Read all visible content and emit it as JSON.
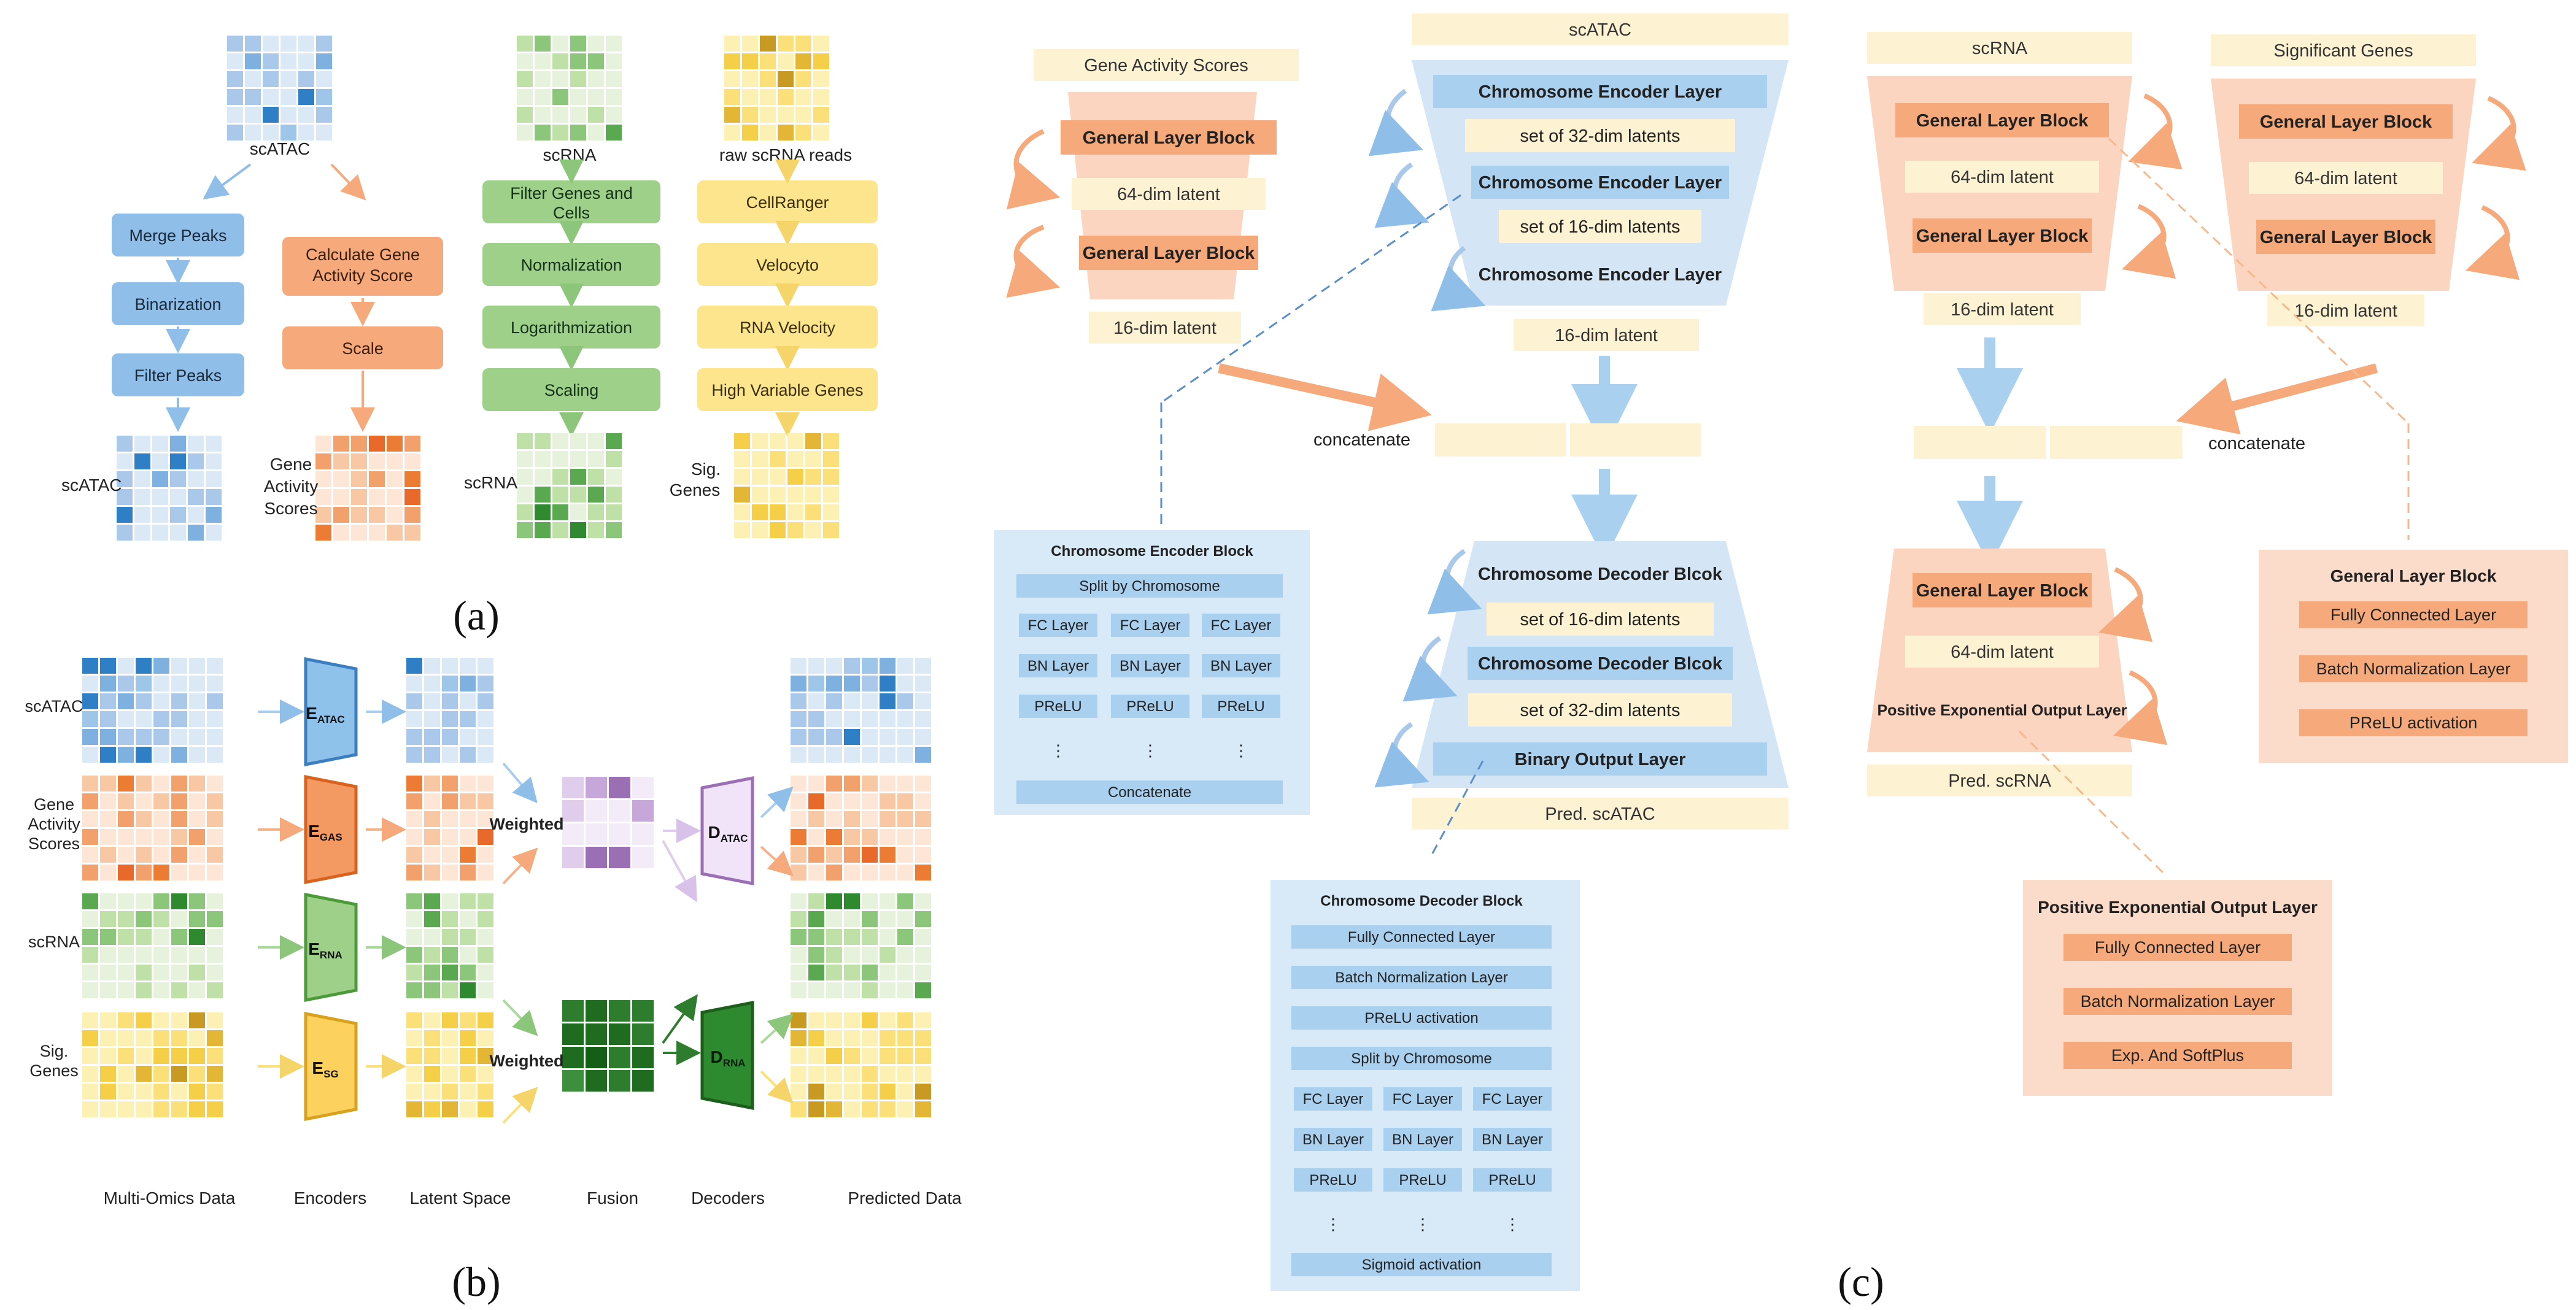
{
  "palette": {
    "blue": [
      "#dbe8f6",
      "#a9c8ea",
      "#7fb1e0",
      "#2f7fc6",
      "#9ec6e9"
    ],
    "orange": [
      "#fde6d6",
      "#f8c7a4",
      "#f2a06c",
      "#ec7b34",
      "#e8692a"
    ],
    "green": [
      "#e6f2dc",
      "#bfe0a6",
      "#8cc67a",
      "#5aa84f",
      "#2f8a2f"
    ],
    "yellow": [
      "#fdf0b3",
      "#fbe07a",
      "#f5cf48",
      "#e3b635",
      "#c99a22"
    ],
    "purple": [
      "#f3ebf7",
      "#e0cdec",
      "#c7a6da",
      "#9a6fb4"
    ],
    "darkgreen": [
      "#2e7d2e",
      "#1f6b1f",
      "#3d8f3d",
      "#155e15"
    ],
    "node_blue": "#8fbfe8",
    "node_orange": "#f6a97a",
    "node_green": "#9fd08a",
    "node_yellow": "#fde58e",
    "funnel_blue": "#d4e6f6",
    "funnel_orange": "#fbd5c0",
    "pale_yellow": "#fdf3d3",
    "box_blue": "#d8e9f7",
    "box_orange": "#fbdccb"
  },
  "panel_a": {
    "caption": "(a)",
    "atac": {
      "top_label": "scATAC",
      "merge": [
        "Merge Peaks",
        "Binarization",
        "Filter Peaks"
      ],
      "gene": [
        "Calculate Gene Activity Score",
        "Scale"
      ],
      "out_atac": "scATAC",
      "out_gas": [
        "Gene",
        "Activity",
        "Scores"
      ]
    },
    "rna": {
      "top_label": "scRNA",
      "steps": [
        "Filter Genes and Cells",
        "Normalization",
        "Logarithmization",
        "Scaling"
      ],
      "out_label": "scRNA"
    },
    "raw": {
      "top_label": "raw scRNA reads",
      "steps": [
        "CellRanger",
        "Velocyto",
        "RNA Velocity",
        "High Variable Genes"
      ],
      "out_label": [
        "Sig.",
        "Genes"
      ]
    }
  },
  "panel_b": {
    "caption": "(b)",
    "row_labels": [
      [
        "scATAC"
      ],
      [
        "Gene",
        "Activity",
        "Scores"
      ],
      [
        "scRNA"
      ],
      [
        "Sig.",
        "Genes"
      ]
    ],
    "encoders": [
      {
        "base": "E",
        "sub": "ATAC"
      },
      {
        "base": "E",
        "sub": "GAS"
      },
      {
        "base": "E",
        "sub": "RNA"
      },
      {
        "base": "E",
        "sub": "SG"
      }
    ],
    "decoders": [
      {
        "base": "D",
        "sub": "ATAC"
      },
      {
        "base": "D",
        "sub": "RNA"
      }
    ],
    "weighted": "Weighted",
    "column_labels": [
      "Multi-Omics Data",
      "Encoders",
      "Latent Space",
      "Fusion",
      "Decoders",
      "Predicted Data"
    ]
  },
  "panel_c1": {
    "gas_input": "Gene Activity Scores",
    "gas_layers": [
      "General Layer Block",
      "64-dim latent",
      "General Layer Block"
    ],
    "gas_out": "16-dim latent",
    "atac_input": "scATAC",
    "enc_layers": [
      "Chromosome Encoder Layer",
      "set of 32-dim latents",
      "Chromosome Encoder Layer",
      "set of 16-dim latents",
      "Chromosome Encoder Layer"
    ],
    "atac_out": "16-dim latent",
    "concat": "concatenate",
    "dec_layers": [
      "Chromosome Decoder Blcok",
      "set of 16-dim latents",
      "Chromosome Decoder Blcok",
      "set of 32-dim latents",
      "Binary Output Layer"
    ],
    "pred": "Pred. scATAC",
    "enc_block": {
      "title": "Chromosome Encoder Block",
      "split": "Split by Chromosome",
      "rows": [
        [
          "FC Layer",
          "FC Layer",
          "FC Layer"
        ],
        [
          "BN Layer",
          "BN Layer",
          "BN Layer"
        ],
        [
          "PReLU",
          "PReLU",
          "PReLU"
        ]
      ],
      "dots": "⋮",
      "concat": "Concatenate"
    },
    "dec_block": {
      "title": "Chromosome Decoder Block",
      "items": [
        "Fully Connected Layer",
        "Batch Normalization Layer",
        "PReLU activation",
        "Split by Chromosome"
      ],
      "rows": [
        [
          "FC Layer",
          "FC Layer",
          "FC Layer"
        ],
        [
          "BN Layer",
          "BN Layer",
          "BN Layer"
        ],
        [
          "PReLU",
          "PReLU",
          "PReLU"
        ]
      ],
      "dots": "⋮",
      "last": "Sigmoid activation"
    }
  },
  "panel_c2": {
    "caption": "(c)",
    "rna_input": "scRNA",
    "rna_layers": [
      "General Layer Block",
      "64-dim latent",
      "General Layer Block"
    ],
    "rna_out": "16-dim latent",
    "sg_input": "Significant Genes",
    "sg_layers": [
      "General Layer Block",
      "64-dim latent",
      "General Layer Block"
    ],
    "sg_out": "16-dim latent",
    "concat": "concatenate",
    "dec_layers": [
      "General Layer Block",
      "64-dim latent",
      "Positive Exponential Output Layer"
    ],
    "pred": "Pred. scRNA",
    "glb": {
      "title": "General Layer Block",
      "items": [
        "Fully Connected Layer",
        "Batch Normalization Layer",
        "PReLU activation"
      ]
    },
    "peol": {
      "title": "Positive Exponential Output Layer",
      "items": [
        "Fully Connected Layer",
        "Batch Normalization Layer",
        "Exp. And  SoftPlus"
      ]
    }
  }
}
